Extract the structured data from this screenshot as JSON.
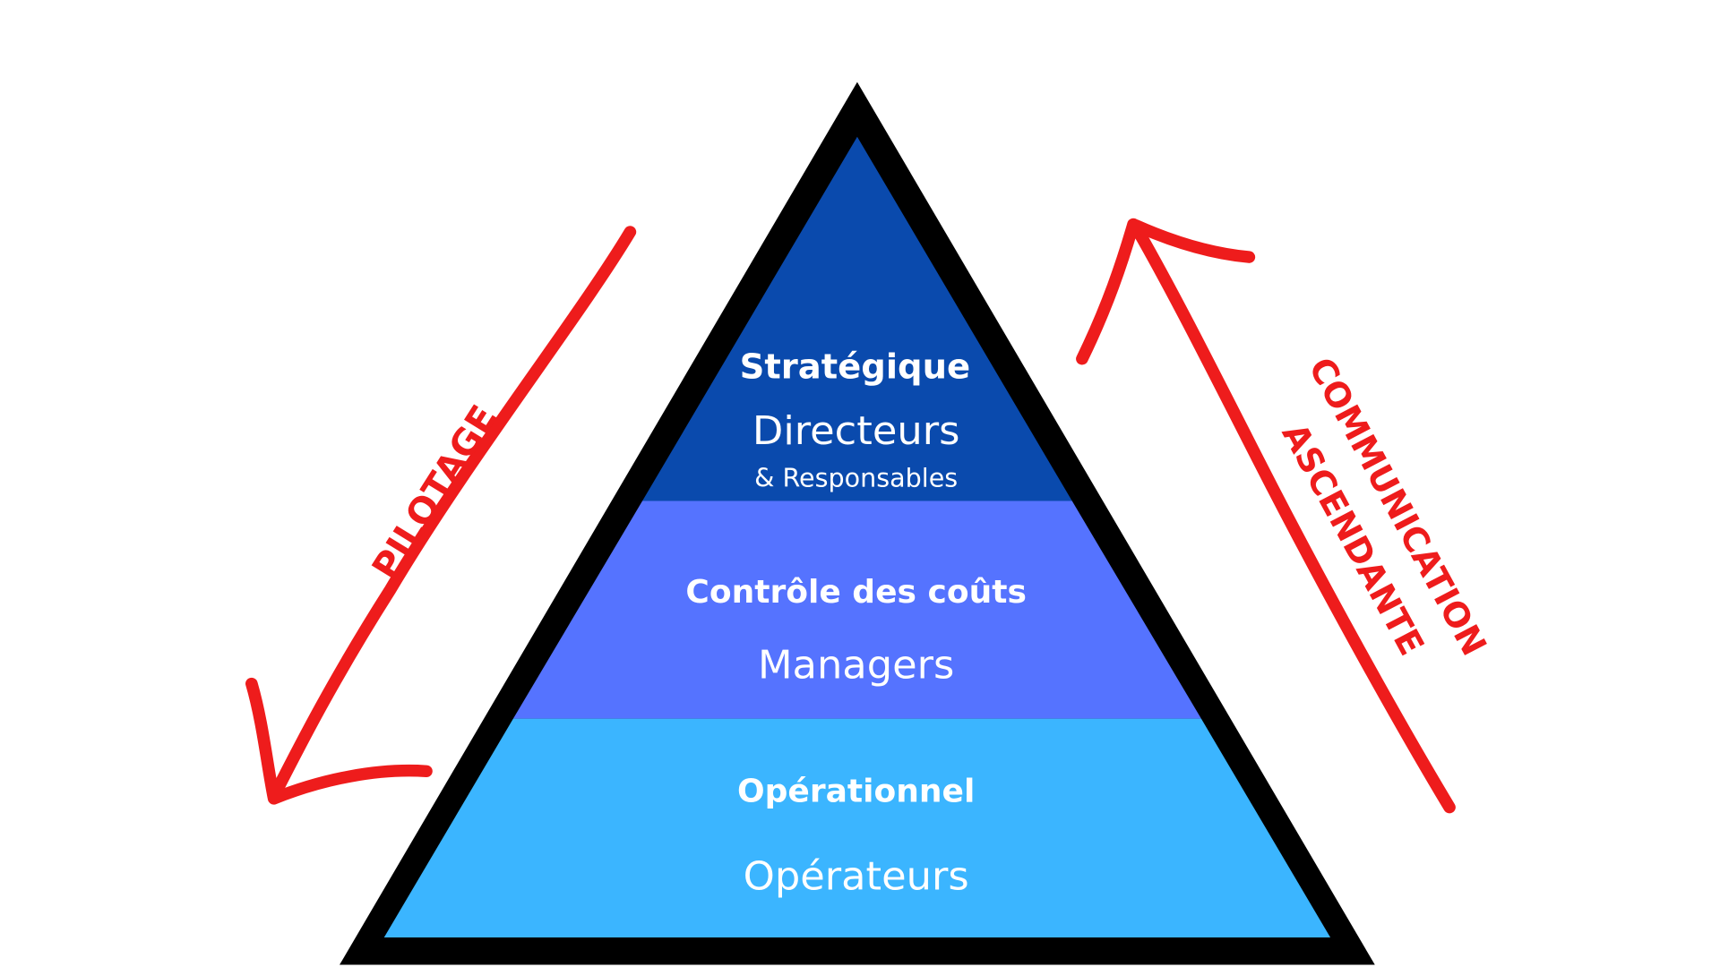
{
  "colors": {
    "outline": "#000000",
    "top_level": "#0a4aad",
    "middle_level": "#5573ff",
    "bottom_level": "#3bb5ff",
    "arrow": "#ee1c1c"
  },
  "pyramid": {
    "levels": [
      {
        "title": "Stratégique",
        "role": "Directeurs",
        "role_extra": "& Responsables"
      },
      {
        "title": "Contrôle des coûts",
        "role": "Managers"
      },
      {
        "title": "Opérationnel",
        "role": "Opérateurs"
      }
    ]
  },
  "arrows": {
    "down_label": "PILOTAGE",
    "up_label_line1": "COMMUNICATION",
    "up_label_line2": "ASCENDANTE"
  }
}
